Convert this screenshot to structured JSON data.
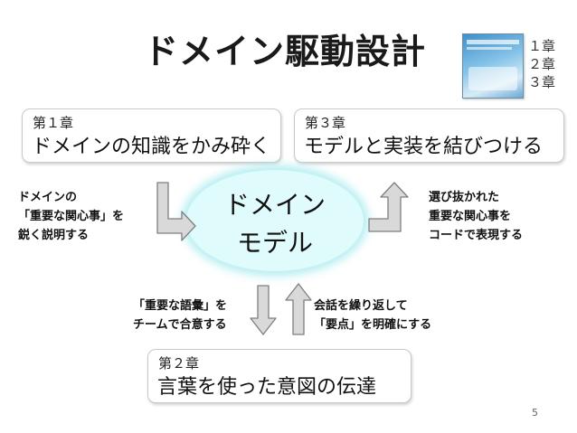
{
  "slide": {
    "title": "ドメイン駆動設計",
    "page_number": "5"
  },
  "book_chapters": [
    "１章",
    "２章",
    "３章"
  ],
  "boxes": {
    "chapter1": {
      "number": "第１章",
      "text": "ドメインの知識をかみ砕く"
    },
    "chapter3": {
      "number": "第３章",
      "text": "モデルと実装を結びつける"
    },
    "chapter2": {
      "number": "第２章",
      "text": "言葉を使った意図の伝達"
    }
  },
  "center": {
    "line1": "ドメイン",
    "line2": "モデル"
  },
  "notes": {
    "left": [
      "ドメインの",
      "「重要な関心事」を",
      "鋭く説明する"
    ],
    "right": [
      "選び抜かれた",
      "重要な関心事を",
      "コードで表現する"
    ],
    "down": [
      "「重要な語彙」を",
      "チームで合意する"
    ],
    "up": [
      "会話を繰り返して",
      "「要点」を明確にする"
    ]
  },
  "colors": {
    "arrow_fill": "#d9d9d9",
    "arrow_stroke": "#7f7f7f",
    "center_fill": "#e0fbfb",
    "box_border": "#c9c9c9"
  }
}
